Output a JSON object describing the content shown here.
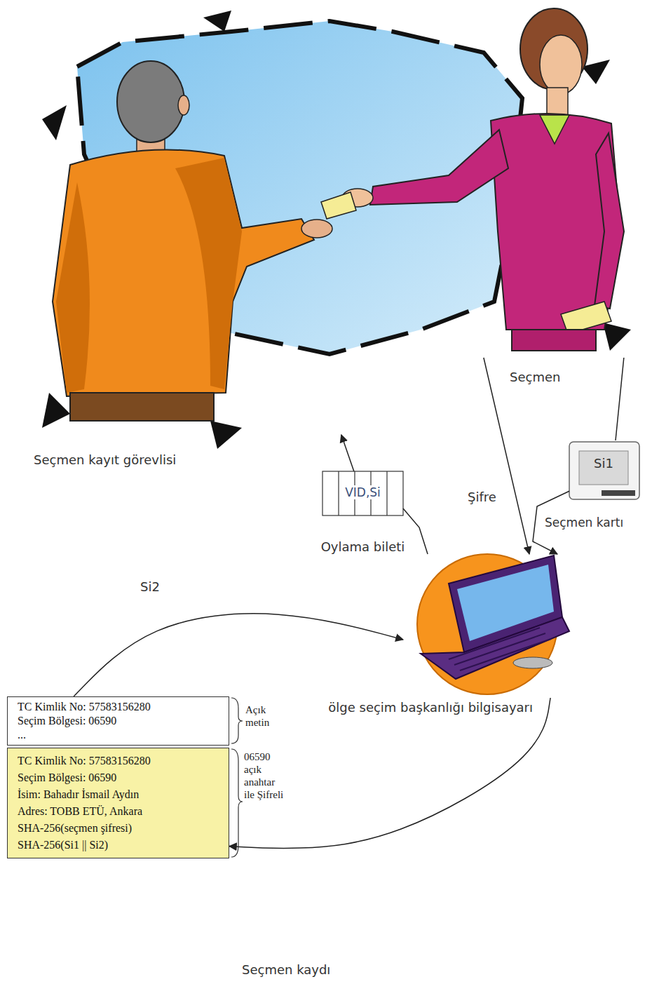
{
  "diagram": {
    "caption": "Seçmen kaydı",
    "nodes": [
      {
        "text": [
          "Seçmen kayıt görevlisi"
        ]
      },
      {
        "text": [
          "Seçmen"
        ]
      },
      {
        "text": [
          "Si1",
          "Seçmen kartı"
        ]
      },
      {
        "text": [
          "VID,Si",
          "Oylama bileti"
        ]
      },
      {
        "text": [
          "ölge seçim başkanlığı bilgisayarı"
        ]
      },
      {
        "text": [
          "TC Kimlik No: 57583156280",
          "Seçim Bölgesi: 06590",
          "..."
        ]
      },
      {
        "text": [
          "TC Kimlik No: 57583156280",
          "Seçim Bölgesi: 06590",
          "İsim: Bahadır İsmail Aydın",
          "Adres: TOBB ETÜ, Ankara",
          "SHA-256(seçmen şifresi)",
          "SHA-256(Si1 || Si2)"
        ]
      }
    ],
    "edges": [
      {
        "from": 1,
        "to": 4,
        "label": "Şifre",
        "arrow": "to"
      },
      {
        "from": 1,
        "to": 2,
        "arrow": "none"
      },
      {
        "from": 2,
        "to": 4,
        "arrow": "to"
      },
      {
        "from": 4,
        "to": 3,
        "arrow": "none"
      },
      {
        "from": 3,
        "to": 0,
        "arrow": "to"
      },
      {
        "from": 5,
        "to": 4,
        "label": "Si2",
        "arrow": "to"
      },
      {
        "from": 4,
        "to": 6,
        "arrow": "to"
      }
    ],
    "labels": [
      "Açık metin",
      "06590 açık anahtar ile Şifreli"
    ]
  }
}
